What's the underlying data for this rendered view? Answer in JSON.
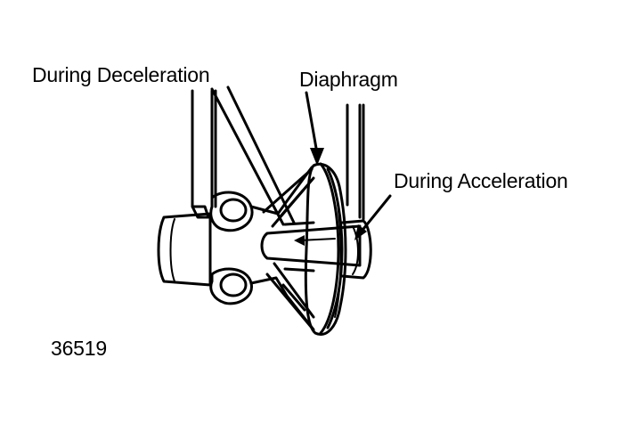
{
  "labels": {
    "during_deceleration": "During Deceleration",
    "diaphragm": "Diaphragm",
    "during_acceleration": "During Acceleration"
  },
  "figure_number": "36519",
  "colors": {
    "ink": "#000000",
    "background": "#ffffff"
  }
}
